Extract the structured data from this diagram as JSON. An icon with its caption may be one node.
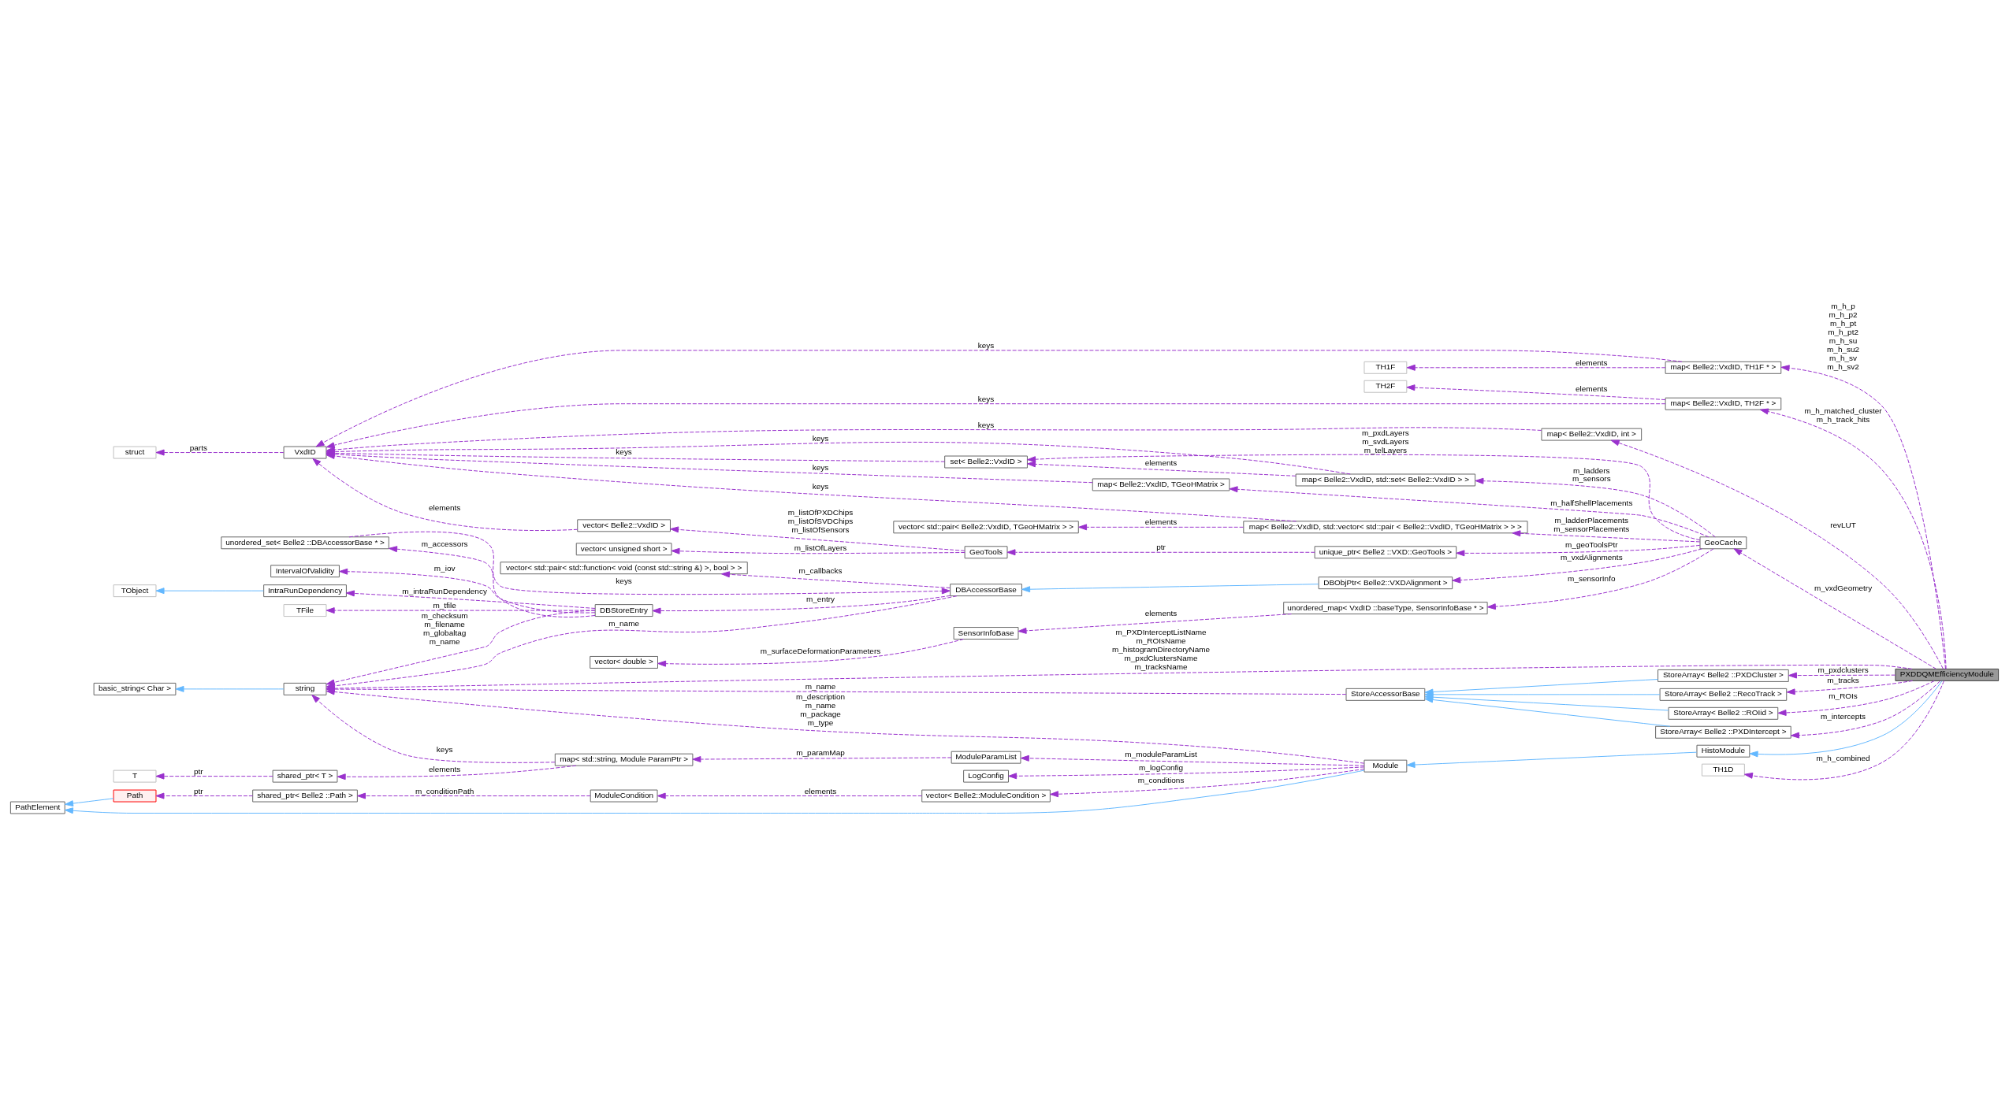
{
  "diagram": {
    "nodes": [
      {
        "text": [
          "TH2F"
        ]
      },
      {
        "text": [
          "map< Belle2::VxdID, TH2F * >"
        ]
      },
      {
        "text": [
          "map< Belle2::VxdID, int >"
        ]
      },
      {
        "text": [
          "map< Belle2::VxdID, std::set< Belle2::VxdID > >"
        ]
      },
      {
        "text": [
          "set< Belle2::VxdID >"
        ]
      },
      {
        "text": [
          "struct"
        ]
      },
      {
        "text": [
          "VxdID"
        ]
      },
      {
        "text": [
          "vector< double >"
        ]
      },
      {
        "text": [
          "SensorInfoBase"
        ]
      },
      {
        "text": [
          "unordered_map< VxdID ::baseType, SensorInfoBase * >"
        ]
      },
      {
        "text": [
          "map< Belle2::VxdID, TGeoHMatrix >"
        ]
      },
      {
        "text": [
          "vector< Belle2::VxdID >"
        ]
      },
      {
        "text": [
          "GeoTools"
        ]
      },
      {
        "text": [
          "unique_ptr< Belle2 ::VXD::GeoTools >"
        ]
      },
      {
        "text": [
          "GeoCache"
        ]
      },
      {
        "text": [
          "vector< unsigned short >"
        ]
      },
      {
        "text": [
          "vector< std::pair< Belle2::VxdID, TGeoHMatrix > >"
        ]
      },
      {
        "text": [
          "map< Belle2::VxdID, std::vector< std::pair < Belle2::VxdID, TGeoHMatrix > > >"
        ]
      },
      {
        "text": [
          "TH1F"
        ]
      },
      {
        "text": [
          "map< Belle2::VxdID, TH1F * >"
        ]
      },
      {
        "text": [
          "Path"
        ]
      },
      {
        "text": [
          "shared_ptr< Belle2 ::Path >"
        ]
      },
      {
        "text": [
          "ModuleCondition"
        ]
      },
      {
        "text": [
          "vector< Belle2::ModuleCondition >"
        ]
      },
      {
        "text": [
          "PathElement"
        ]
      },
      {
        "text": [
          "LogConfig"
        ]
      },
      {
        "text": [
          "Module"
        ]
      },
      {
        "text": [
          "HistoModule"
        ]
      },
      {
        "text": [
          "PXDDQMEfficiencyModule"
        ]
      },
      {
        "text": [
          "T"
        ]
      },
      {
        "text": [
          "shared_ptr< T >"
        ]
      },
      {
        "text": [
          "map< std::string, Module ParamPtr >"
        ]
      },
      {
        "text": [
          "ModuleParamList"
        ]
      },
      {
        "text": [
          "DBObjPtr< Belle2::VXDAlignment >"
        ]
      },
      {
        "text": [
          "StoreArray< Belle2 ::RecoTrack >"
        ]
      },
      {
        "text": [
          "StoreArray< Belle2 ::ROIid >"
        ]
      },
      {
        "text": [
          "StoreArray< Belle2 ::PXDIntercept >"
        ]
      },
      {
        "text": [
          "StoreArray< Belle2 ::PXDCluster >"
        ]
      },
      {
        "text": [
          "StoreAccessorBase"
        ]
      },
      {
        "text": [
          "basic_string< Char >"
        ]
      },
      {
        "text": [
          "string"
        ]
      },
      {
        "text": [
          "vector< std::pair< std::function< void (const std::string &) >, bool > >"
        ]
      },
      {
        "text": [
          "DBAccessorBase"
        ]
      },
      {
        "text": [
          "unordered_set< Belle2 ::DBAccessorBase * >"
        ]
      },
      {
        "text": [
          "IntervalOfValidity"
        ]
      },
      {
        "text": [
          "DBStoreEntry"
        ]
      },
      {
        "text": [
          "TObject"
        ]
      },
      {
        "text": [
          "IntraRunDependency"
        ]
      },
      {
        "text": [
          "TFile"
        ]
      },
      {
        "text": [
          "TH1D"
        ]
      }
    ],
    "edges": [
      {
        "from": 1,
        "to": 0,
        "arrow": "to",
        "label": "elements",
        "style": "dashed"
      },
      {
        "from": 1,
        "to": 6,
        "arrow": "to",
        "label": "keys",
        "style": "dashed"
      },
      {
        "from": 2,
        "to": 6,
        "arrow": "to",
        "label": "keys",
        "style": "dashed"
      },
      {
        "from": 3,
        "to": 6,
        "arrow": "to",
        "label": "keys",
        "style": "dashed"
      },
      {
        "from": 3,
        "to": 4,
        "arrow": "to",
        "label": "elements",
        "style": "dashed"
      },
      {
        "from": 4,
        "to": 6,
        "arrow": "to",
        "label": "keys",
        "style": "dashed"
      },
      {
        "from": 6,
        "to": 5,
        "arrow": "to",
        "label": "parts",
        "style": "dashed"
      },
      {
        "from": 10,
        "to": 6,
        "arrow": "to",
        "label": "keys",
        "style": "dashed"
      },
      {
        "from": 11,
        "to": 6,
        "arrow": "to",
        "label": "elements",
        "style": "dashed"
      },
      {
        "from": 17,
        "to": 6,
        "arrow": "to",
        "label": "keys",
        "style": "dashed"
      },
      {
        "from": 17,
        "to": 16,
        "arrow": "to",
        "label": "elements",
        "style": "dashed"
      },
      {
        "from": 19,
        "to": 6,
        "arrow": "to",
        "label": "keys",
        "style": "dashed"
      },
      {
        "from": 19,
        "to": 18,
        "arrow": "to",
        "label": "elements",
        "style": "dashed"
      },
      {
        "from": 8,
        "to": 7,
        "arrow": "to",
        "label": "m_surfaceDeformationParameters",
        "style": "dashed"
      },
      {
        "from": 9,
        "to": 8,
        "arrow": "to",
        "label": "elements",
        "style": "dashed"
      },
      {
        "from": 12,
        "to": 11,
        "arrow": "to",
        "label": "m_listOfPXDChips m_listOfSVDChips m_listOfSensors",
        "style": "dashed"
      },
      {
        "from": 12,
        "to": 15,
        "arrow": "to",
        "label": "m_listOfLayers",
        "style": "dashed"
      },
      {
        "from": 13,
        "to": 12,
        "arrow": "to",
        "label": "ptr",
        "style": "dashed"
      },
      {
        "from": 28,
        "to": 2,
        "arrow": "to",
        "label": "revLUT",
        "style": "dashed"
      },
      {
        "from": 14,
        "to": 3,
        "arrow": "to",
        "label": "m_ladders m_sensors",
        "style": "dashed"
      },
      {
        "from": 14,
        "to": 4,
        "arrow": "to",
        "label": "m_pxdLayers m_svdLayers m_telLayers",
        "style": "dashed"
      },
      {
        "from": 14,
        "to": 9,
        "arrow": "to",
        "label": "m_sensorInfo",
        "style": "dashed"
      },
      {
        "from": 14,
        "to": 10,
        "arrow": "to",
        "label": "m_halfShellPlacements",
        "style": "dashed"
      },
      {
        "from": 14,
        "to": 13,
        "arrow": "to",
        "label": "m_geoToolsPtr",
        "style": "dashed"
      },
      {
        "from": 14,
        "to": 17,
        "arrow": "to",
        "label": "m_ladderPlacements m_sensorPlacements",
        "style": "dashed"
      },
      {
        "from": 14,
        "to": 33,
        "arrow": "to",
        "label": "m_vxdAlignments",
        "style": "dashed"
      },
      {
        "from": 28,
        "to": 14,
        "arrow": "to",
        "label": "m_vxdGeometry",
        "style": "dashed"
      },
      {
        "from": 28,
        "to": 1,
        "arrow": "to",
        "label": "m_h_matched_cluster m_h_track_hits",
        "style": "dashed"
      },
      {
        "from": 28,
        "to": 19,
        "arrow": "to",
        "label": "m_h_p m_h_p2 m_h_pt m_h_pt2 m_h_su m_h_su2 m_h_sv m_h_sv2",
        "style": "dashed"
      },
      {
        "from": 28,
        "to": 27,
        "arrow": "to",
        "color": "#63b8ff"
      },
      {
        "from": 27,
        "to": 26,
        "arrow": "to",
        "color": "#63b8ff"
      },
      {
        "from": 26,
        "to": 24,
        "arrow": "to",
        "color": "#63b8ff"
      },
      {
        "from": 20,
        "to": 24,
        "arrow": "to",
        "color": "#63b8ff"
      },
      {
        "from": 21,
        "to": 20,
        "arrow": "to",
        "label": "ptr",
        "style": "dashed"
      },
      {
        "from": 22,
        "to": 21,
        "arrow": "to",
        "label": "m_conditionPath",
        "style": "dashed"
      },
      {
        "from": 23,
        "to": 22,
        "arrow": "to",
        "label": "elements",
        "style": "dashed"
      },
      {
        "from": 26,
        "to": 23,
        "arrow": "to",
        "label": "m_conditions",
        "style": "dashed"
      },
      {
        "from": 26,
        "to": 25,
        "arrow": "to",
        "label": "m_logConfig",
        "style": "dashed"
      },
      {
        "from": 26,
        "to": 40,
        "arrow": "to",
        "label": "m_description m_name m_package m_type",
        "style": "dashed"
      },
      {
        "from": 26,
        "to": 32,
        "arrow": "to",
        "label": "m_moduleParamList",
        "style": "dashed"
      },
      {
        "from": 32,
        "to": 31,
        "arrow": "to",
        "label": "m_paramMap",
        "style": "dashed"
      },
      {
        "from": 31,
        "to": 30,
        "arrow": "to",
        "label": "elements",
        "style": "dashed"
      },
      {
        "from": 31,
        "to": 40,
        "arrow": "to",
        "label": "keys",
        "style": "dashed"
      },
      {
        "from": 30,
        "to": 29,
        "arrow": "to",
        "label": "ptr",
        "style": "dashed"
      },
      {
        "from": 40,
        "to": 39,
        "arrow": "to",
        "color": "#63b8ff"
      },
      {
        "from": 28,
        "to": 34,
        "arrow": "to",
        "label": "m_tracks",
        "style": "dashed"
      },
      {
        "from": 28,
        "to": 35,
        "arrow": "to",
        "label": "m_ROIs",
        "style": "dashed"
      },
      {
        "from": 28,
        "to": 36,
        "arrow": "to",
        "label": "m_intercepts",
        "style": "dashed"
      },
      {
        "from": 28,
        "to": 37,
        "arrow": "to",
        "label": "m_pxdclusters",
        "style": "dashed"
      },
      {
        "from": 34,
        "to": 38,
        "arrow": "to",
        "color": "#63b8ff"
      },
      {
        "from": 35,
        "to": 38,
        "arrow": "to",
        "color": "#63b8ff"
      },
      {
        "from": 36,
        "to": 38,
        "arrow": "to",
        "color": "#63b8ff"
      },
      {
        "from": 37,
        "to": 38,
        "arrow": "to",
        "color": "#63b8ff"
      },
      {
        "from": 38,
        "to": 40,
        "arrow": "to",
        "label": "m_name",
        "style": "dashed"
      },
      {
        "from": 33,
        "to": 42,
        "arrow": "to",
        "color": "#63b8ff"
      },
      {
        "from": 42,
        "to": 40,
        "arrow": "to",
        "label": "m_name",
        "style": "dashed"
      },
      {
        "from": 42,
        "to": 41,
        "arrow": "to",
        "label": "m_callbacks",
        "style": "dashed"
      },
      {
        "from": 43,
        "to": 42,
        "arrow": "to",
        "label": "keys",
        "style": "dashed"
      },
      {
        "from": 45,
        "to": 43,
        "arrow": "to",
        "label": "m_accessors",
        "style": "dashed"
      },
      {
        "from": 45,
        "to": 44,
        "arrow": "to",
        "label": "m_iov",
        "style": "dashed"
      },
      {
        "from": 42,
        "to": 45,
        "arrow": "to",
        "label": "m_entry",
        "style": "dashed"
      },
      {
        "from": 45,
        "to": 47,
        "arrow": "to",
        "label": "m_intraRunDependency",
        "style": "dashed"
      },
      {
        "from": 47,
        "to": 46,
        "arrow": "to",
        "color": "#63b8ff"
      },
      {
        "from": 45,
        "to": 48,
        "arrow": "to",
        "label": "m_tfile",
        "style": "dashed"
      },
      {
        "from": 45,
        "to": 40,
        "arrow": "to",
        "label": "m_checksum m_filename m_globaltag m_name",
        "style": "dashed"
      },
      {
        "from": 28,
        "to": 40,
        "arrow": "to",
        "label": "m_PXDInterceptListName m_ROIsName m_histogramDirectoryName m_pxdClustersName m_tracksName",
        "style": "dashed"
      },
      {
        "from": 28,
        "to": 49,
        "arrow": "to",
        "label": "m_h_combined",
        "style": "dashed"
      }
    ]
  }
}
